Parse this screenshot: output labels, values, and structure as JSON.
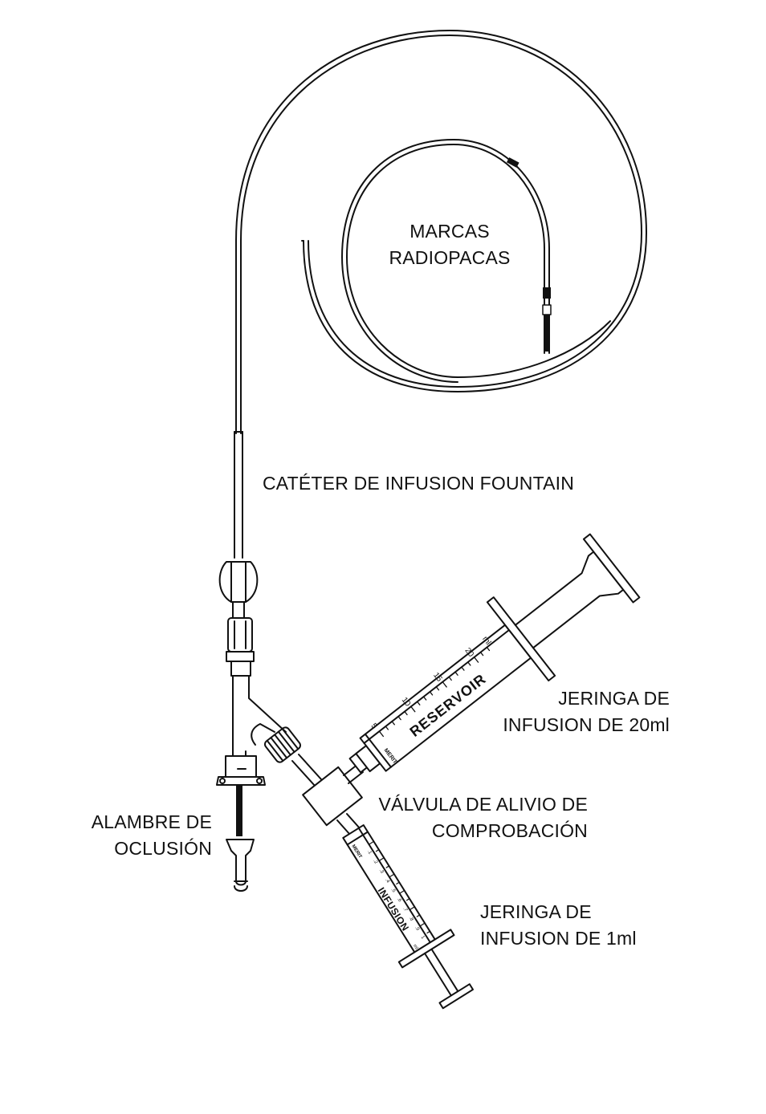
{
  "labels": {
    "markers": {
      "line1": "MARCAS",
      "line2": "RADIOPACAS"
    },
    "catheter": "CATÉTER DE INFUSION FOUNTAIN",
    "syringe20": {
      "line1": "JERINGA DE",
      "line2": "INFUSION DE 20ml"
    },
    "valve": {
      "line1": "VÁLVULA DE ALIVIO DE",
      "line2": "COMPROBACIÓN"
    },
    "wire": {
      "line1": "ALAMBRE DE",
      "line2": "OCLUSIÓN"
    },
    "syringe1": {
      "line1": "JERINGA DE",
      "line2": "INFUSION DE 1ml"
    }
  },
  "syringe20_print": {
    "brand": "RESERVOIR",
    "maker": "MERIT",
    "scale": [
      "5",
      "10",
      "15",
      "20"
    ],
    "unit": "ml"
  },
  "syringe1_print": {
    "brand": "INFUSION",
    "maker": "MERIT",
    "scale": [
      ".1",
      ".2",
      ".3",
      ".4",
      ".5",
      ".6",
      ".7",
      ".8",
      ".9",
      "1"
    ],
    "unit": "ml"
  },
  "colors": {
    "ink": "#111111",
    "paper": "#ffffff"
  }
}
